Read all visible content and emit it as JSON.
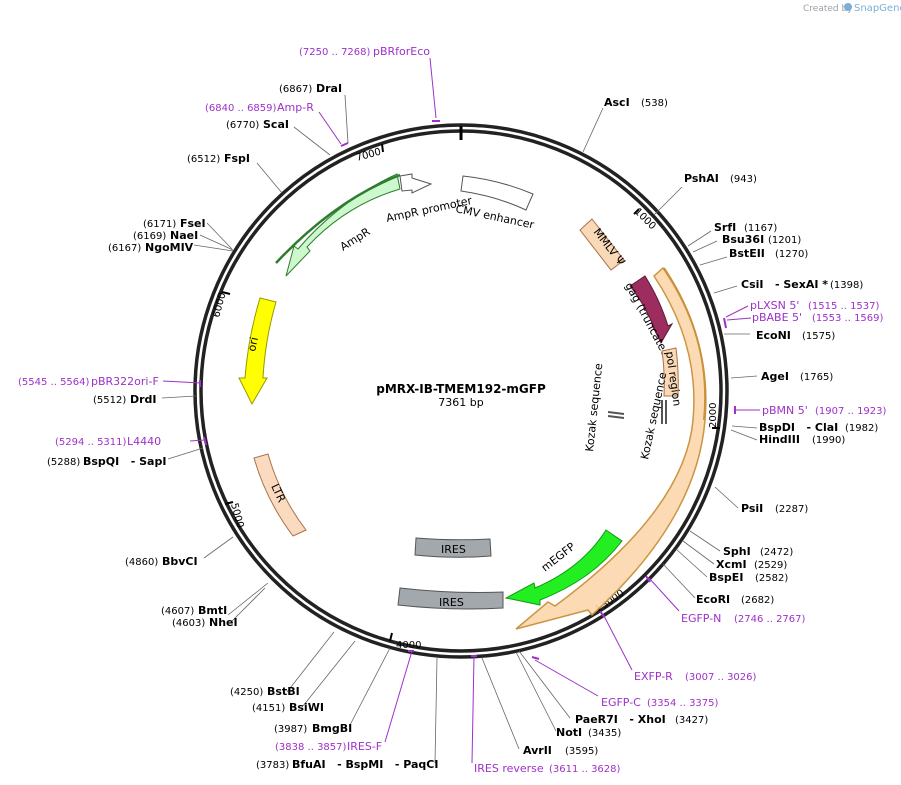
{
  "title": "pMRX-IB-TMEM192-mGFP",
  "length": "7361 bp",
  "credit": {
    "created_by": "Created by",
    "brand": "SnapGene"
  },
  "ticks": [
    "1000",
    "2000",
    "3000",
    "4000",
    "5000",
    "6000",
    "7000"
  ],
  "features": [
    {
      "label": "CMV enhancer",
      "color": "#ffffff"
    },
    {
      "label": "MMLV Ψ",
      "color": "#f9d9b8"
    },
    {
      "label": "gag (truncated)",
      "color": "#9c2d5e"
    },
    {
      "label": "pol region",
      "color": "#f9d9b8"
    },
    {
      "label": "Kozak sequence"
    },
    {
      "label": "Kozak sequence"
    },
    {
      "label": "mEGFP",
      "color": "#22ee22"
    },
    {
      "label": "IRES",
      "color": "#a3a8ad"
    },
    {
      "label": "IRES",
      "color": "#a3a8ad"
    },
    {
      "label": "LTR",
      "color": "#fbdbc0"
    },
    {
      "label": "ori",
      "color": "#ffff00"
    },
    {
      "label": "AmpR",
      "color": "#cdf7cd"
    },
    {
      "label": "AmpR promoter",
      "color": "#ffffff"
    }
  ],
  "enzymes": [
    {
      "name": "AscI",
      "pos": "(538)"
    },
    {
      "name": "PshAI",
      "pos": "(943)"
    },
    {
      "name": "SrfI",
      "pos": "(1167)"
    },
    {
      "name": "Bsu36I",
      "pos": "(1201)"
    },
    {
      "name": "BstEII",
      "pos": "(1270)"
    },
    {
      "name": "CsiI   - SexAI *",
      "pos": "(1398)"
    },
    {
      "name": "EcoNI",
      "pos": "(1575)"
    },
    {
      "name": "AgeI",
      "pos": "(1765)"
    },
    {
      "name": "BspDI   - ClaI",
      "pos": "(1982)"
    },
    {
      "name": "HindIII",
      "pos": "(1990)"
    },
    {
      "name": "PsiI",
      "pos": "(2287)"
    },
    {
      "name": "SphI",
      "pos": "(2472)"
    },
    {
      "name": "XcmI",
      "pos": "(2529)"
    },
    {
      "name": "BspEI",
      "pos": "(2582)"
    },
    {
      "name": "EcoRI",
      "pos": "(2682)"
    },
    {
      "name": "PaeR7I   - XhoI",
      "pos": "(3427)"
    },
    {
      "name": "NotI",
      "pos": "(3435)"
    },
    {
      "name": "AvrII",
      "pos": "(3595)"
    },
    {
      "name": "BfuAI   - BspMI   - PaqCI",
      "pos": "(3783)"
    },
    {
      "name": "BmgBI",
      "pos": "(3987)"
    },
    {
      "name": "BsiWI",
      "pos": "(4151)"
    },
    {
      "name": "BstBI",
      "pos": "(4250)"
    },
    {
      "name": "BmtI",
      "pos": "(4607)"
    },
    {
      "name": "NheI",
      "pos": "(4603)"
    },
    {
      "name": "BbvCI",
      "pos": "(4860)"
    },
    {
      "name": "BspQI   - SapI",
      "pos": "(5288)"
    },
    {
      "name": "DrdI",
      "pos": "(5512)"
    },
    {
      "name": "NgoMIV",
      "pos": "(6167)"
    },
    {
      "name": "NaeI",
      "pos": "(6169)"
    },
    {
      "name": "FseI",
      "pos": "(6171)"
    },
    {
      "name": "FspI",
      "pos": "(6512)"
    },
    {
      "name": "ScaI",
      "pos": "(6770)"
    },
    {
      "name": "DraI",
      "pos": "(6867)"
    }
  ],
  "primers": [
    {
      "name": "pBRforEco",
      "range": "(7250 .. 7268)"
    },
    {
      "name": "Amp-R",
      "range": "(6840 .. 6859)"
    },
    {
      "name": "pLXSN 5'",
      "range": "(1515 .. 1537)"
    },
    {
      "name": "pBABE 5'",
      "range": "(1553 .. 1569)"
    },
    {
      "name": "pBMN 5'",
      "range": "(1907 .. 1923)"
    },
    {
      "name": "EGFP-N",
      "range": "(2746 .. 2767)"
    },
    {
      "name": "EXFP-R",
      "range": "(3007 .. 3026)"
    },
    {
      "name": "EGFP-C",
      "range": "(3354 .. 3375)"
    },
    {
      "name": "IRES reverse",
      "range": "(3611 .. 3628)"
    },
    {
      "name": "IRES-F",
      "range": "(3838 .. 3857)"
    },
    {
      "name": "L4440",
      "range": "(5294 .. 5311)"
    },
    {
      "name": "pBR322ori-F",
      "range": "(5545 .. 5564)"
    }
  ]
}
